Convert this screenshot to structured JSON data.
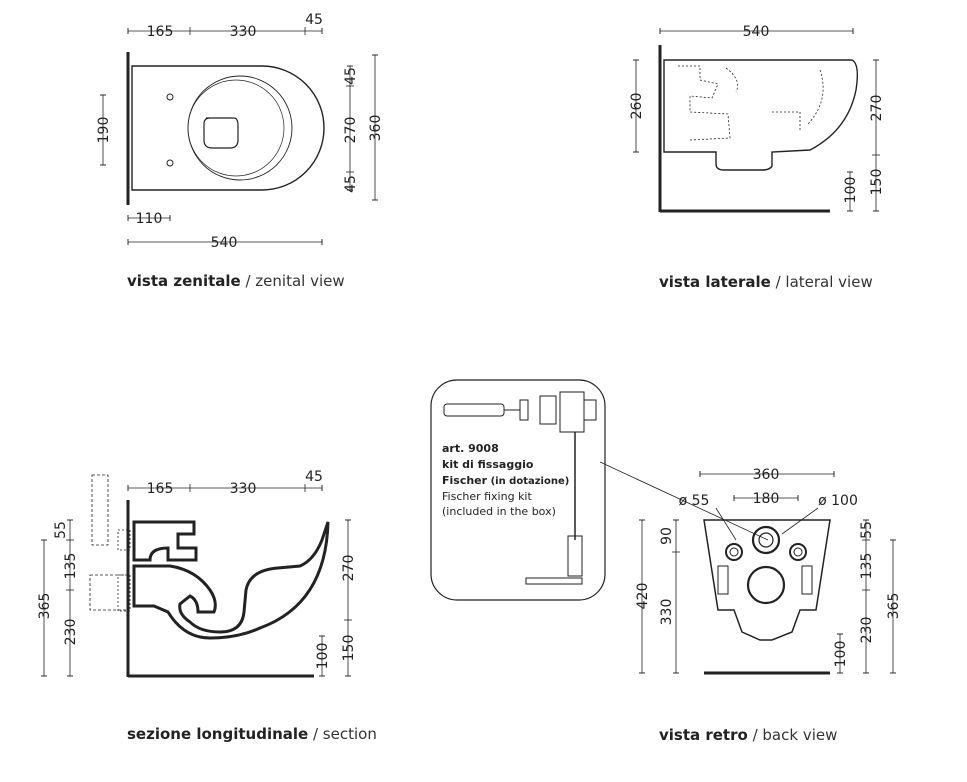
{
  "views": {
    "top": {
      "dims": {
        "a": "165",
        "b": "330",
        "c": "45",
        "h": "190",
        "r1": "45",
        "r2": "270",
        "r3": "360",
        "r4": "45",
        "w1": "110",
        "w2": "540"
      },
      "caption_main": "vista zenitale",
      "caption_sub": "/ zenital view"
    },
    "lateral": {
      "dims": {
        "w": "540",
        "h1": "260",
        "h2": "270",
        "h3": "150",
        "h4": "100"
      },
      "caption_main": "vista laterale",
      "caption_sub": "/ lateral view"
    },
    "section": {
      "dims": {
        "a": "165",
        "b": "330",
        "c": "45",
        "l1": "55",
        "l2": "135",
        "l3": "230",
        "l4": "365",
        "r1": "270",
        "r2": "150",
        "r3": "100"
      },
      "caption_main": "sezione longitudinale",
      "caption_sub": "/ section"
    },
    "back": {
      "dims": {
        "w": "360",
        "d1": "ø 55",
        "d2": "180",
        "d3": "ø 100",
        "l1": "90",
        "l2": "330",
        "l3": "420",
        "r1": "55",
        "r2": "135",
        "r3": "230",
        "r4": "365",
        "r5": "100"
      },
      "caption_main": "vista retro",
      "caption_sub": "/ back view"
    }
  },
  "kit": {
    "line1": "art. 9008",
    "line2": "kit di fissaggio",
    "line3a": "Fischer",
    "line3b": "(in dotazione)",
    "line4": "Fischer fixing kit",
    "line5": "(included in the box)"
  }
}
